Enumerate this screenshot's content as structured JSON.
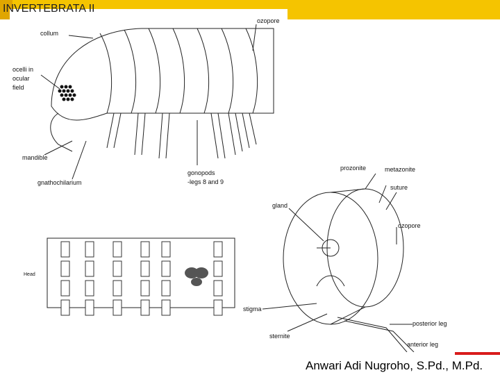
{
  "slide": {
    "title": "INVERTEBRATA II",
    "author": "Anwari Adi Nugroho, S.Pd., M.Pd.",
    "colors": {
      "header_bar": "#f5c400",
      "accent_line": "#d81c1c"
    }
  },
  "figure_top": {
    "labels": {
      "collum": "collum",
      "ozopore": "ozopore",
      "ocelli_line1": "ocelli in",
      "ocelli_line2": "ocular",
      "ocelli_line3": "field",
      "mandible": "mandible",
      "gnathochilarium": "gnathochilarium",
      "gonopods_line1": "gonopods",
      "gonopods_line2": "-legs 8 and 9"
    }
  },
  "figure_bottom_left": {
    "labels": {
      "head": "Head"
    }
  },
  "figure_bottom_right": {
    "labels": {
      "prozonite": "prozonite",
      "metazonite": "metazonite",
      "suture": "suture",
      "gland": "gland",
      "ozopore": "ozopore",
      "stigma": "stigma",
      "sternite": "sternite",
      "posterior_leg": "posterior leg",
      "anterior_leg": "anterior leg"
    }
  }
}
